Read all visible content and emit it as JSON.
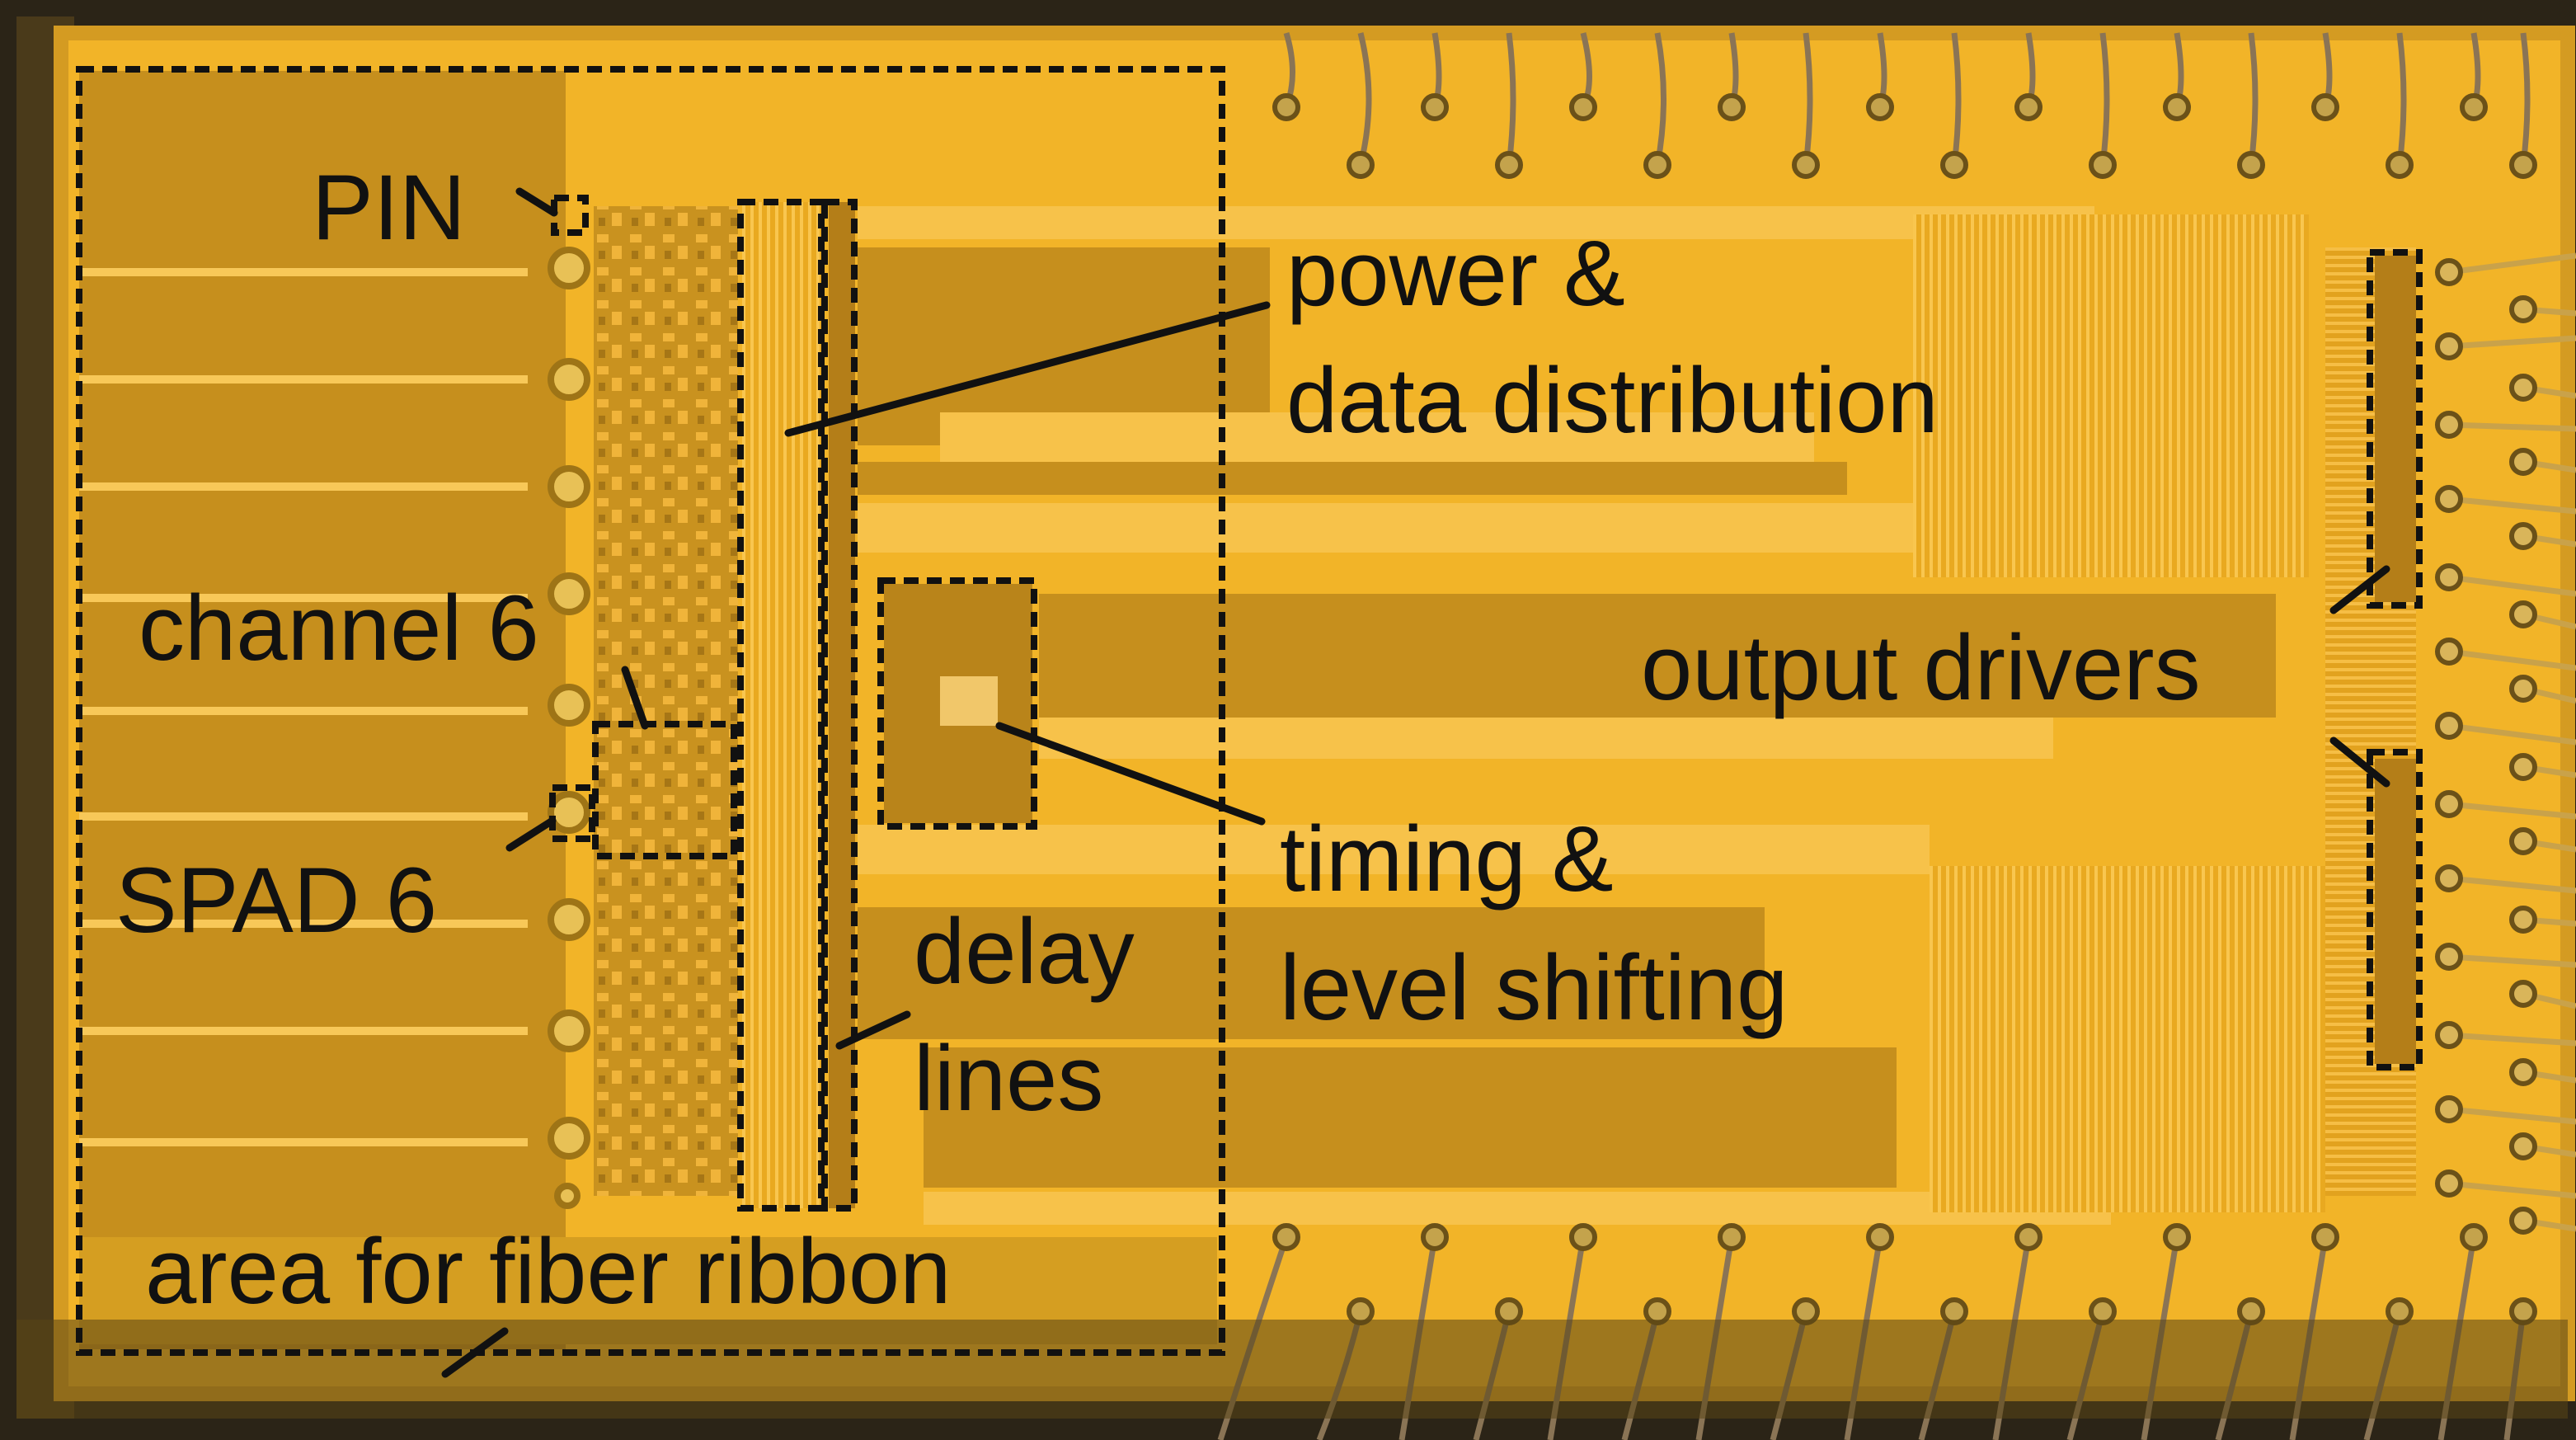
{
  "labels": {
    "pin": "PIN",
    "channel": "channel 6",
    "spad": "SPAD 6",
    "area": "area for fiber ribbon",
    "power1": "power &",
    "power2": "data distribution",
    "timing1": "timing &",
    "timing2": "level shifting",
    "delay1": "delay",
    "delay2": "lines",
    "output": "output drivers"
  },
  "colors": {
    "die_gold": "#F2B428",
    "die_dark_gold": "#C7901E",
    "trace": "#F7C24A",
    "package_dark": "#2A2418",
    "annotation": "#111111"
  }
}
